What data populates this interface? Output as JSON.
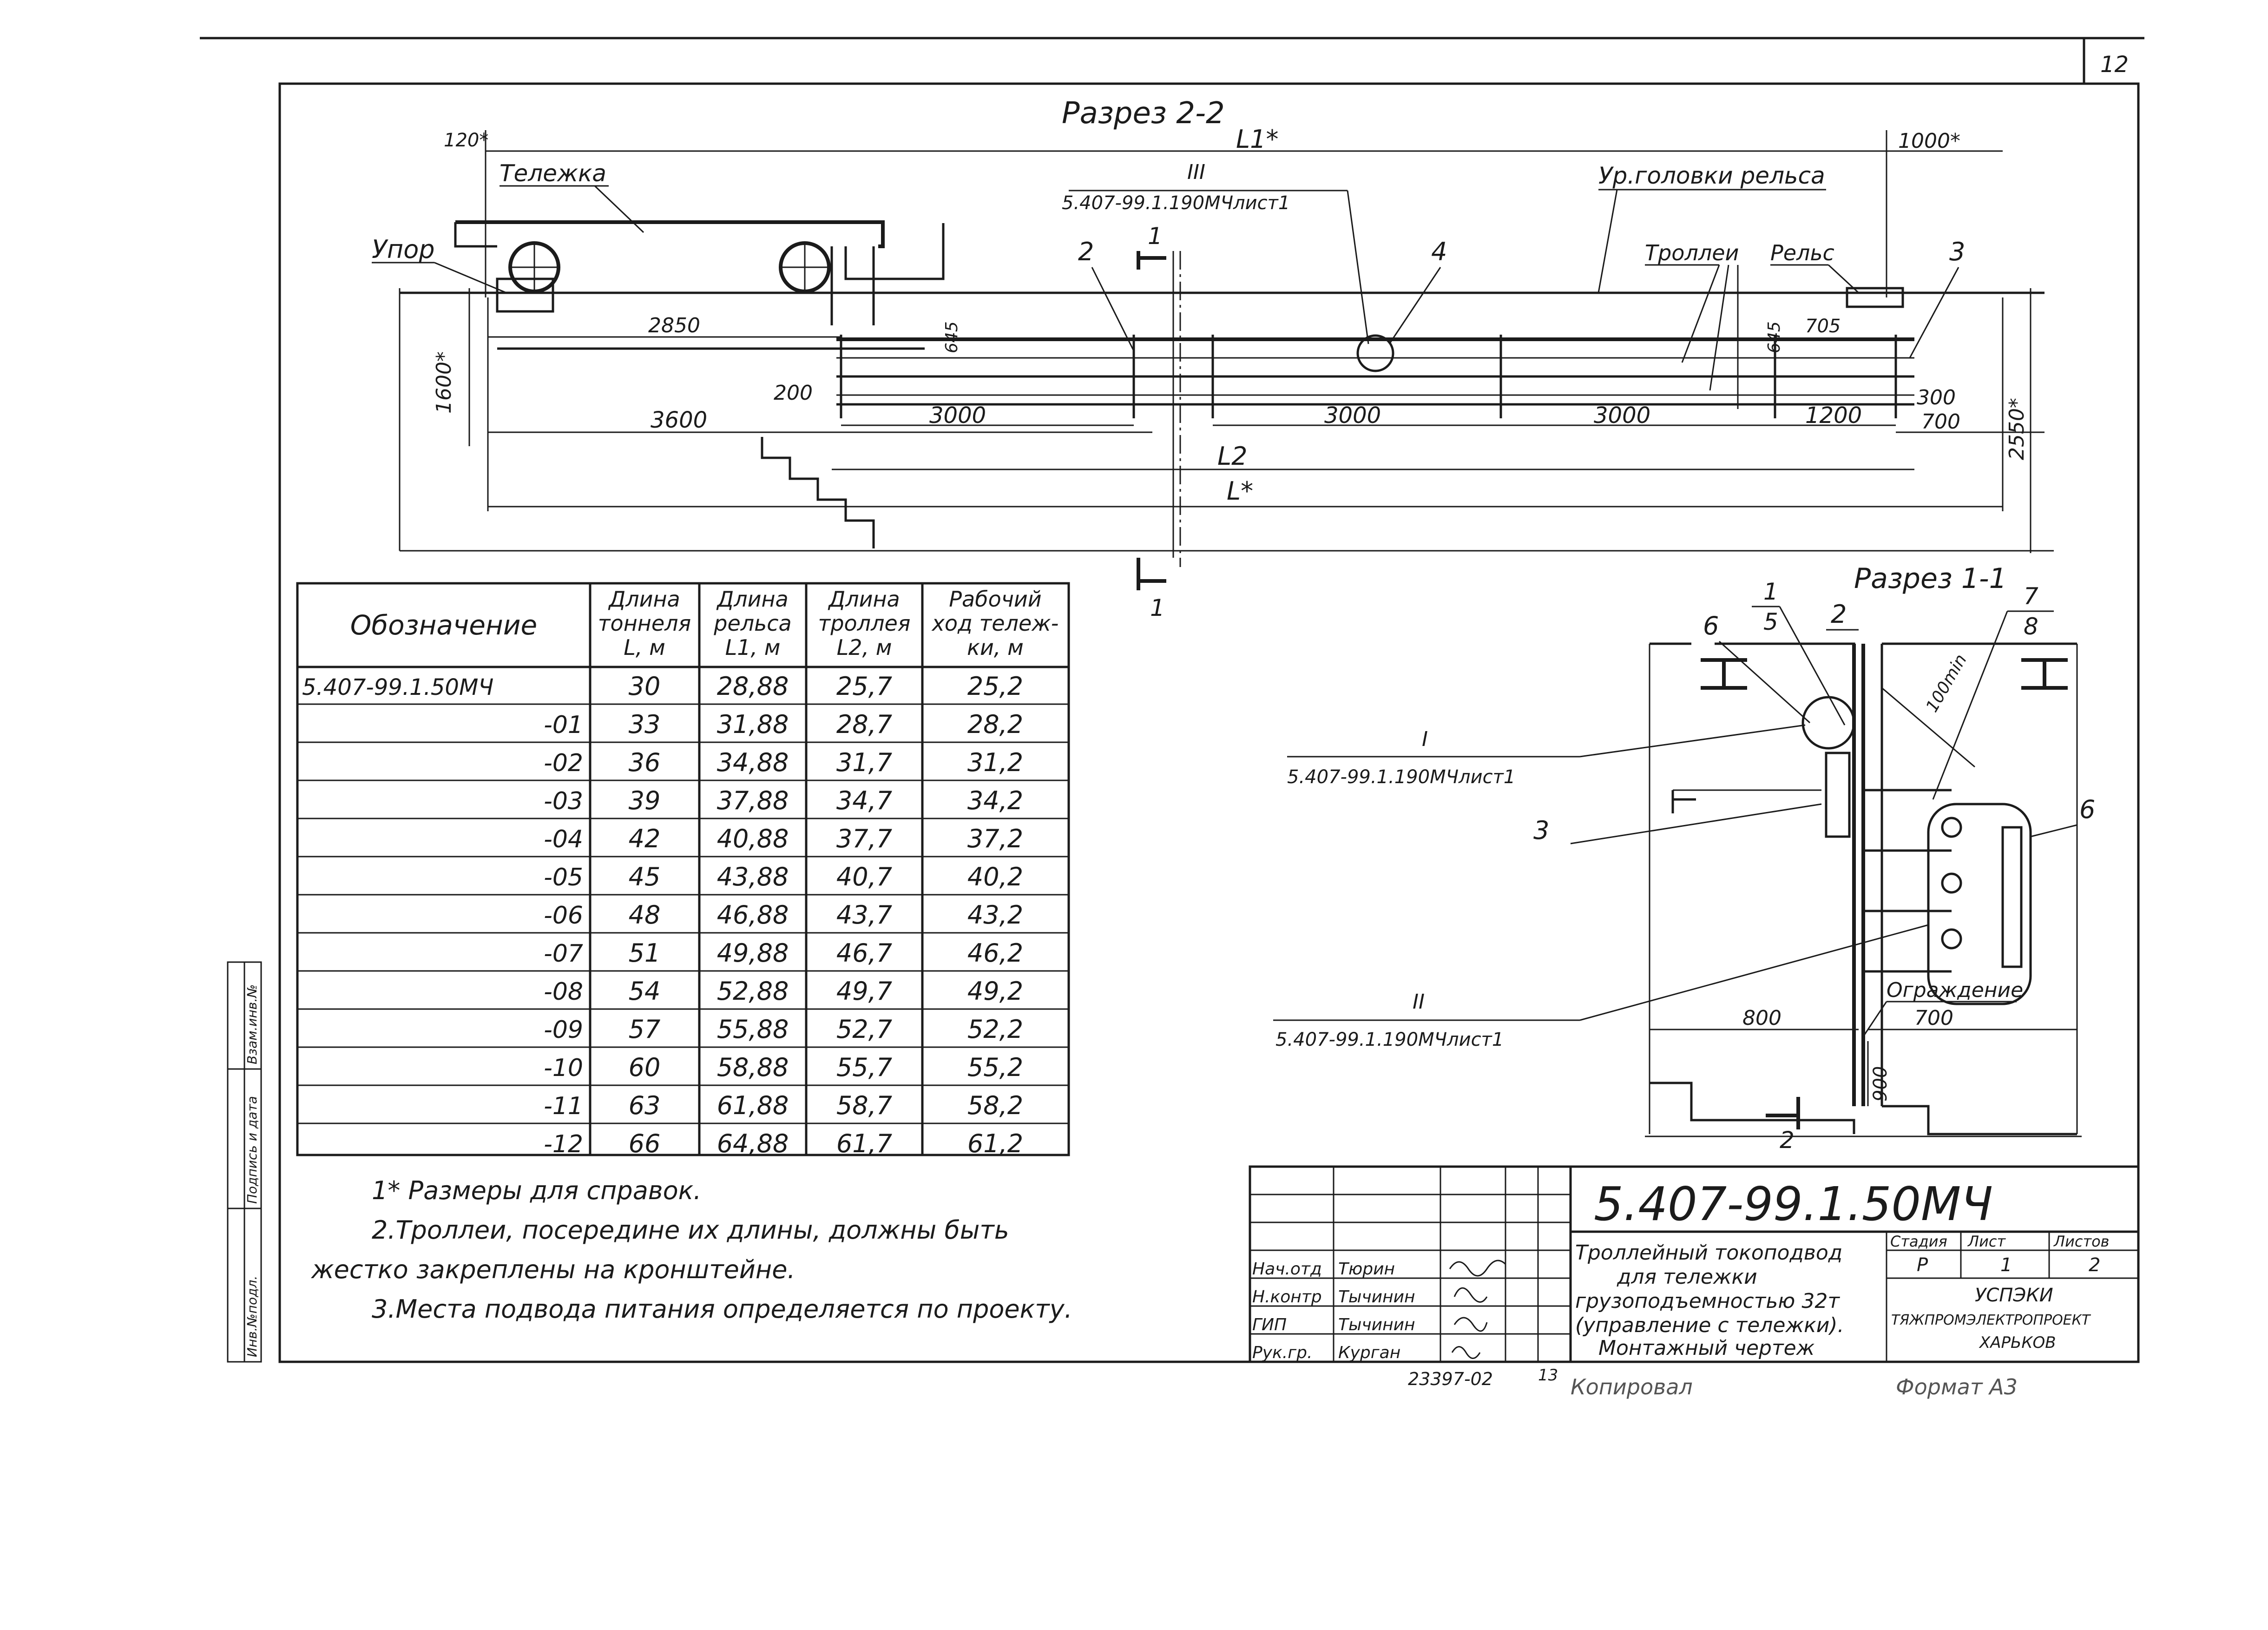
{
  "sheet_number": "12",
  "section_2_2": {
    "title": "Разрез 2-2",
    "dims": {
      "l1": "L1*",
      "d120": "120*",
      "d1000": "1000*",
      "d2850": "2850",
      "d645a": "645",
      "d645b": "645",
      "d705": "705",
      "d200": "200",
      "d3600": "3600",
      "d3000a": "3000",
      "d3000b": "3000",
      "d3000c": "3000",
      "d1200": "1200",
      "d300": "300",
      "d700": "700",
      "l2": "L2",
      "l": "L*",
      "d1600": "1600*",
      "d2550": "2550*"
    },
    "labels": {
      "trolley": "Тележка",
      "stop": "Упор",
      "rail_head_level": "Ур.головки рельса",
      "trolleys": "Троллеи",
      "rail": "Рельс",
      "ref_iii_roman": "III",
      "ref_iii_doc": "5.407-99.1.190МЧлист1",
      "pos2": "2",
      "pos3": "3",
      "pos4": "4",
      "cut_num_top": "1",
      "cut_num_bottom": "1"
    }
  },
  "table": {
    "headers": [
      "Обозначение",
      "Длина тоннеля L, м",
      "Длина рельса L1, м",
      "Длина троллея L2, м",
      "Рабочий ход тележки, м"
    ],
    "rows": [
      [
        "5.407-99.1.50МЧ",
        "30",
        "28,88",
        "25,7",
        "25,2"
      ],
      [
        "-01",
        "33",
        "31,88",
        "28,7",
        "28,2"
      ],
      [
        "-02",
        "36",
        "34,88",
        "31,7",
        "31,2"
      ],
      [
        "-03",
        "39",
        "37,88",
        "34,7",
        "34,2"
      ],
      [
        "-04",
        "42",
        "40,88",
        "37,7",
        "37,2"
      ],
      [
        "-05",
        "45",
        "43,88",
        "40,7",
        "40,2"
      ],
      [
        "-06",
        "48",
        "46,88",
        "43,7",
        "43,2"
      ],
      [
        "-07",
        "51",
        "49,88",
        "46,7",
        "46,2"
      ],
      [
        "-08",
        "54",
        "52,88",
        "49,7",
        "49,2"
      ],
      [
        "-09",
        "57",
        "55,88",
        "52,7",
        "52,2"
      ],
      [
        "-10",
        "60",
        "58,88",
        "55,7",
        "55,2"
      ],
      [
        "-11",
        "63",
        "61,88",
        "58,7",
        "58,2"
      ],
      [
        "-12",
        "66",
        "64,88",
        "61,7",
        "61,2"
      ]
    ]
  },
  "section_1_1": {
    "title": "Разрез 1-1",
    "labels": {
      "pos1": "1",
      "pos5": "5",
      "pos2": "2",
      "pos7": "7",
      "pos8": "8",
      "pos6a": "6",
      "pos6b": "6",
      "pos3": "3",
      "d100min": "100min",
      "ref_i_roman": "I",
      "ref_i_doc": "5.407-99.1.190МЧлист1",
      "ref_ii_roman": "II",
      "ref_ii_doc": "5.407-99.1.190МЧлист1",
      "fence": "Ограждение",
      "d800": "800",
      "d700": "700",
      "d900": "900",
      "cut_bottom": "2"
    }
  },
  "notes": [
    "1* Размеры для справок.",
    "2.Троллеи, посередине их длины, должны быть",
    "жестко закреплены на кронштейне.",
    "3.Места подвода питания определяется по проекту."
  ],
  "left_margin": [
    "Инв.№подл.",
    "Подпись и дата",
    "Взам.инв.№"
  ],
  "title_block": {
    "code": "5.407-99.1.50МЧ",
    "title_lines": [
      "Троллейный токоподвод",
      "для тележки",
      "грузоподъемностью 32т",
      "(управление с тележки).",
      "Монтажный чертеж"
    ],
    "roles": [
      "Нач.отд",
      "Н.контр",
      "ГИП",
      "Рук.гр."
    ],
    "names": [
      "Тюрин",
      "Тычинин",
      "Тычинин",
      "Курган"
    ],
    "stage_header": "Стадия",
    "sheet_header": "Лист",
    "sheets_header": "Листов",
    "stage": "Р",
    "sheet": "1",
    "sheets": "2",
    "org_line1": "УСПЭКИ",
    "org_line2": "ТЯЖПРОМЭЛЕКТРОПРОЕКТ",
    "org_line3": "ХАРЬКОВ"
  },
  "footer": {
    "inv": "23397-02",
    "num": "13",
    "copied": "Копировал",
    "format": "Формат А3"
  }
}
